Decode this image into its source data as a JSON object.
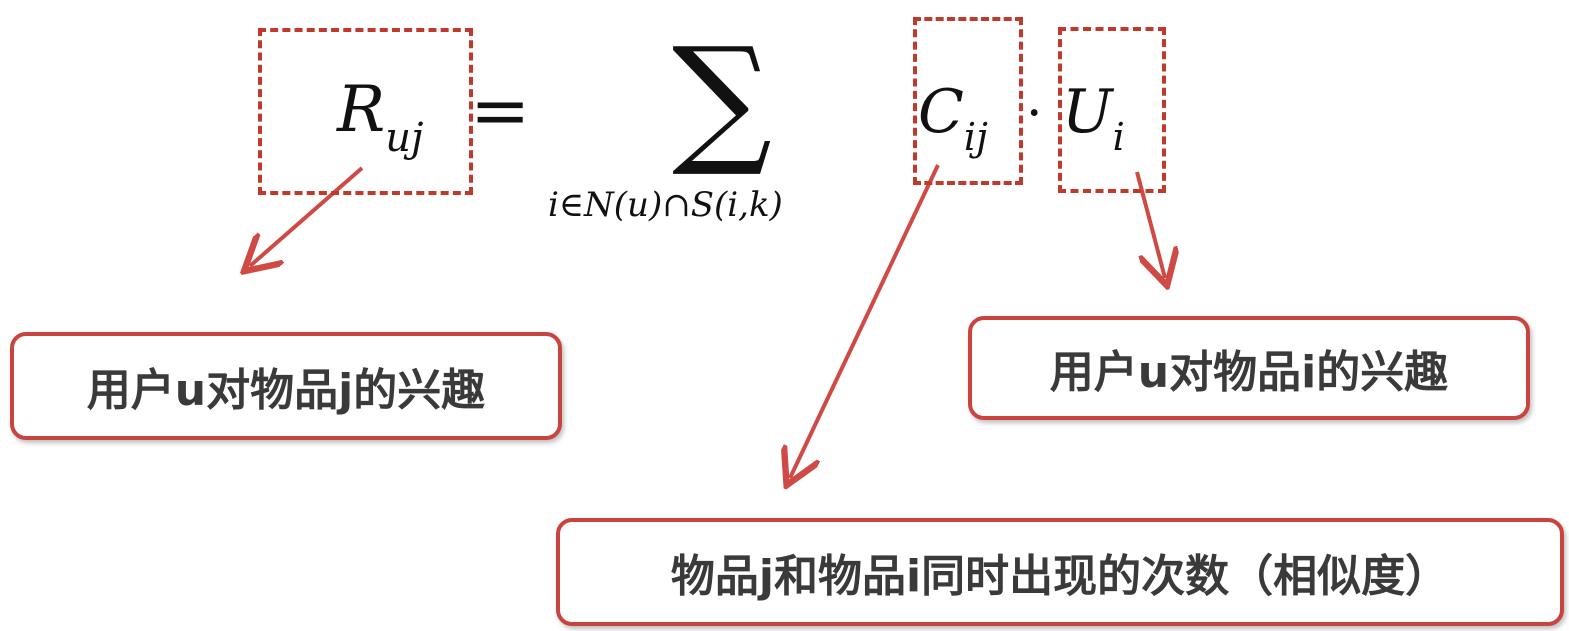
{
  "formula": {
    "lhs": {
      "main": "R",
      "sub": "uj"
    },
    "equals": "=",
    "sum_symbol": "∑",
    "sum_index": "i∈N(u)∩S(i,k)",
    "similarity": {
      "main": "C",
      "sub": "ij"
    },
    "dot": "·",
    "interest": {
      "main": "U",
      "sub": "i"
    }
  },
  "labels": {
    "lhs": "用户u对物品j的兴趣",
    "interest": "用户u对物品i的兴趣",
    "similarity": "物品j和物品i同时出现的次数（相似度）"
  },
  "colors": {
    "accent": "#c9443f",
    "text": "#3a3a3a"
  }
}
